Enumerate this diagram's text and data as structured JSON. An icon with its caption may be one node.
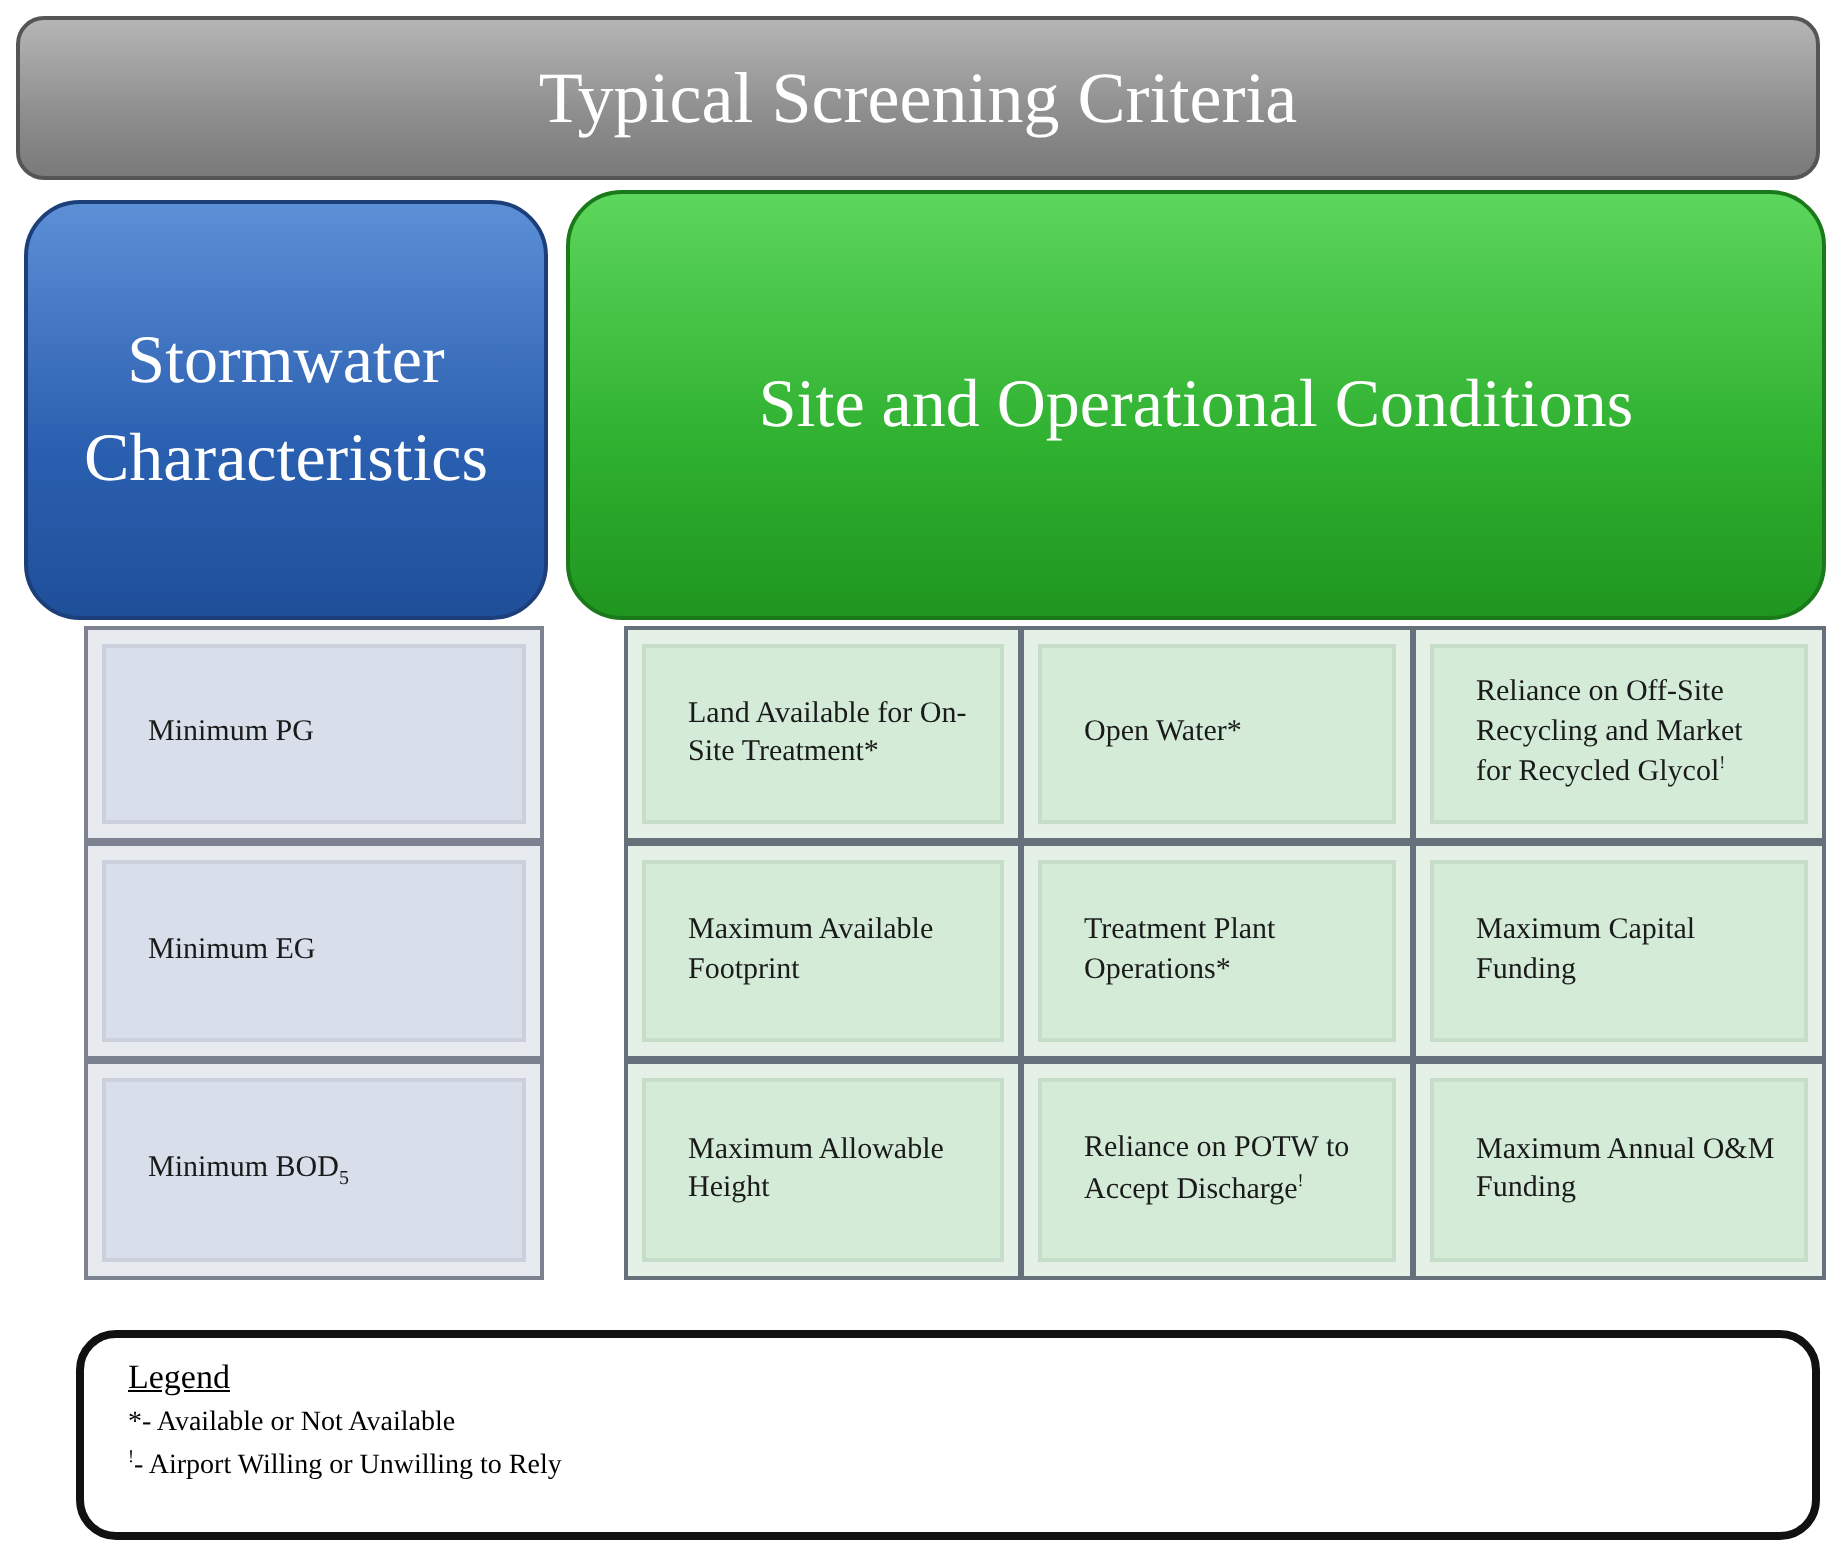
{
  "diagram": {
    "nodes": [
      {
        "text": [
          "Typical Screening Criteria"
        ]
      },
      {
        "text": [
          "Stormwater Characteristics"
        ]
      },
      {
        "text": [
          "Site and Operational Conditions"
        ]
      },
      {
        "text": [
          "Minimum PG"
        ]
      },
      {
        "text": [
          "Land Available for On-Site Treatment*"
        ]
      },
      {
        "text": [
          "Open Water*"
        ]
      },
      {
        "text": [
          "Reliance on Off-Site Recycling and Market for Recycled Glycol$^{!}$"
        ]
      },
      {
        "text": [
          "Minimum EG"
        ]
      },
      {
        "text": [
          "Maximum Available Footprint"
        ]
      },
      {
        "text": [
          "Treatment Plant Operations*"
        ]
      },
      {
        "text": [
          "Maximum Capital Funding"
        ]
      },
      {
        "text": [
          "Minimum BOD$_{5}$"
        ]
      },
      {
        "text": [
          "Maximum Allowable Height"
        ]
      },
      {
        "text": [
          "Reliance on POTW to Accept Discharge$^{!}$"
        ]
      },
      {
        "text": [
          "Maximum Annual O&M Funding"
        ]
      }
    ],
    "labels": [
      "Legend"
    ],
    "legend": [
      {
        "text": "*- Available or Not Available"
      },
      {
        "text": "$^{!}$- Airport Willing or Unwilling to Rely"
      }
    ]
  }
}
